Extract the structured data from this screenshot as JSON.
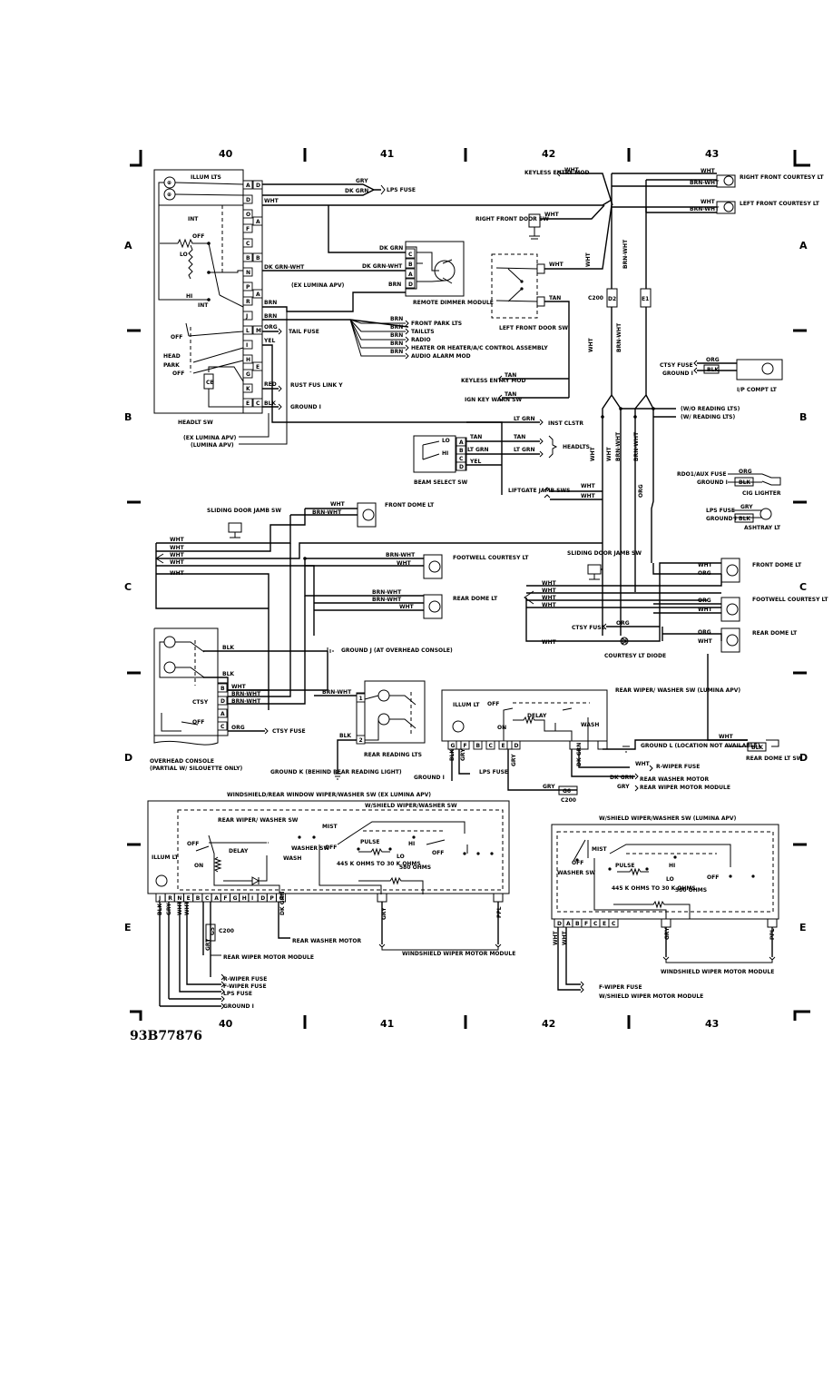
{
  "grid": {
    "columns": [
      "40",
      "41",
      "42",
      "43"
    ],
    "rows": [
      "A",
      "B",
      "C",
      "D",
      "E"
    ]
  },
  "document_ref": "93B77876",
  "headlight_switch": {
    "name": "HEADLT SW",
    "pins": [
      "A",
      "D",
      "O",
      "F",
      "C",
      "B",
      "N",
      "P",
      "R",
      "J",
      "L",
      "I",
      "H",
      "G",
      "K",
      "E"
    ],
    "pins_right": [
      "D",
      "A",
      "B",
      "A",
      "M",
      "E",
      "C"
    ],
    "labels": [
      "ILLUM LTS",
      "INT",
      "OFF",
      "LO",
      "HI",
      "INT",
      "OFF",
      "HEAD",
      "PARK",
      "OFF",
      "CB"
    ],
    "notes": [
      "(EX LUMINA APV)",
      "(LUMINA APV)"
    ]
  },
  "wires_top_left": [
    "GRY",
    "DK GRN",
    "WHT",
    "DK GRN-WHT",
    "BRN",
    "BRN",
    "ORG",
    "YEL",
    "RED",
    "BLK"
  ],
  "destinations_left": [
    "LPS FUSE",
    "(EX LUMINA APV)",
    "TAIL FUSE",
    "RUST FUS LINK Y",
    "GROUND I"
  ],
  "remote_dimmer": {
    "name": "REMOTE DIMMER MODULE",
    "pins": [
      "C",
      "B",
      "A",
      "D"
    ],
    "wires": [
      "DK GRN",
      "DK GRN-WHT",
      "BRN"
    ]
  },
  "park_lamp_loads": [
    "FRONT PARK LTS",
    "TAILLTS",
    "RADIO",
    "HEATER OR HEATER/A/C CONTROL ASSEMBLY",
    "AUDIO ALARM MOD"
  ],
  "park_lamp_wires": [
    "BRN",
    "BRN",
    "BRN",
    "BRN",
    "BRN"
  ],
  "top_center": {
    "keyless": "KEYLESS ENTRY MOD",
    "wht": "WHT",
    "right_front_door_sw": "RIGHT FRONT DOOR SW",
    "left_front_door_sw": "LEFT FRONT DOOR SW",
    "tan": "TAN",
    "c200": "C200",
    "pin_d2": "D2",
    "pin_e1": "E1",
    "keyless2": "KEYLESS ENTRY MOD",
    "ign_key": "IGN KEY WARN SW"
  },
  "top_right": {
    "right_front_courtesy": "RIGHT FRONT COURTESY LT",
    "left_front_courtesy": "LEFT FRONT COURTESY LT",
    "wht": "WHT",
    "brn_wht": "BRN-WHT",
    "ctsy_fuse": "CTSY FUSE",
    "ground_i": "GROUND I",
    "org": "ORG",
    "blk": "BLK",
    "ip_compt": "I/P COMPT LT",
    "wo_reading": "(W/O READING LTS)",
    "w_reading": "(W/ READING LTS)",
    "rdo_aux": "RDO1/AUX FUSE",
    "cig_lighter": "CIG LIGHTER",
    "lps_fuse": "LPS FUSE",
    "ground_i2": "GROUND I",
    "gry": "GRY",
    "ashtray": "ASHTRAY LT"
  },
  "beam_select": {
    "name": "BEAM SELECT SW",
    "pins": [
      "A",
      "B",
      "C",
      "D"
    ],
    "labels": [
      "LO",
      "HI"
    ],
    "wires": [
      "TAN",
      "LT GRN",
      "YEL",
      "LT GRN",
      "TAN",
      "LT GRN"
    ],
    "dest": [
      "INST CLSTR",
      "HEADLTS"
    ]
  },
  "middle": {
    "liftgate": "LIFTGATE JAMB SWS",
    "sliding_door_left": "SLIDING DOOR JAMB SW",
    "front_dome": "FRONT DOME LT",
    "footwell": "FOOTWELL COURTESY LT",
    "rear_dome": "REAR DOME LT",
    "sliding_door_right": "SLIDING DOOR JAMB SW",
    "front_dome_r": "FRONT DOME LT",
    "footwell_r": "FOOTWELL COURTESY LT",
    "rear_dome_r": "REAR DOME LT",
    "courtesy_diode": "COURTESY LT DIODE",
    "ctsy_fuse": "CTSY FUSE",
    "wire_wht": "WHT",
    "wire_brn_wht": "BRN-WHT",
    "wire_org": "ORG",
    "wire_blk": "BLK"
  },
  "overhead_console": {
    "name": "OVERHEAD CONSOLE",
    "note": "(PARTIAL W/ SILOUETTE ONLY)",
    "pins": [
      "B",
      "D",
      "A",
      "C"
    ],
    "labels": [
      "CTSY",
      "OFF"
    ],
    "wires": [
      "BLK",
      "BLK",
      "WHT",
      "BRN-WHT",
      "BRN-WHT",
      "ORG"
    ],
    "ground_j": "GROUND J (AT OVERHEAD CONSOLE)",
    "ctsy_fuse": "CTSY FUSE"
  },
  "rear_reading": {
    "name": "REAR READING LTS",
    "pins": [
      "1",
      "2"
    ],
    "wires": [
      "BRN-WHT",
      "BLK"
    ],
    "ground_k": "GROUND K (BEHIND REAR READING LIGHT)"
  },
  "rear_wiper_sw": {
    "name": "REAR WIPER/ WASHER SW (LUMINA APV)",
    "labels": [
      "ILLUM LT",
      "OFF",
      "DELAY",
      "ON",
      "WASH"
    ],
    "pins": [
      "G",
      "F",
      "B",
      "C",
      "E",
      "D"
    ],
    "wires": [
      "BLK",
      "GRY",
      "GRY",
      "DK GRN",
      "WHT",
      "DK GRN",
      "GRY"
    ],
    "dest": [
      "GROUND I",
      "LPS FUSE",
      "R-WIPER FUSE",
      "REAR WASHER MOTOR",
      "REAR WIPER MOTOR MODULE"
    ],
    "g6": "G6",
    "c200": "C200",
    "ground_l": "GROUND L (LOCATION NOT AVAILABLE)",
    "rear_dome_sw": "REAR DOME LT SW",
    "wht": "WHT",
    "blk": "BLK"
  },
  "ws_left": {
    "title": "WINDSHIELD/REAR WINDOW WIPER/WASHER SW (EX LUMINA APV)",
    "sub": "W/SHIELD WIPER/WASHER SW",
    "rear_sw": "REAR WIPER/ WASHER SW",
    "labels": [
      "ILLUM LT",
      "OFF",
      "DELAY",
      "ON",
      "WASH",
      "WASHER SW",
      "MIST",
      "OFF",
      "PULSE",
      "HI",
      "LO",
      "445 K OHMS TO 30 K OHMS",
      "580 OHMS",
      "OFF"
    ],
    "pins": [
      "J",
      "R",
      "N",
      "E",
      "B",
      "C",
      "A",
      "F",
      "G",
      "H",
      "I",
      "D",
      "P",
      "O"
    ],
    "wires": [
      "BLK",
      "GRY",
      "WHT",
      "WHT",
      "GRY",
      "DK GRN",
      "GRY",
      "PPL"
    ],
    "g5": "G5",
    "c200": "C200",
    "dest": [
      "REAR WIPER MOTOR MODULE",
      "R-WIPER FUSE",
      "F-WIPER FUSE",
      "LPS FUSE",
      "GROUND I",
      "REAR WASHER MOTOR",
      "WINDSHIELD WIPER MOTOR MODULE"
    ]
  },
  "ws_right": {
    "title": "W/SHIELD WIPER/WASHER SW (LUMINA APV)",
    "labels": [
      "MIST",
      "WASHER SW",
      "OFF",
      "PULSE",
      "HI",
      "LO",
      "OFF",
      "445 K OHMS TO 30 K OHMS",
      "580 OHMS"
    ],
    "pins": [
      "D",
      "A",
      "B",
      "F",
      "C",
      "E",
      "C"
    ],
    "wires": [
      "WHT",
      "WHT",
      "GRY",
      "PPL"
    ],
    "dest": [
      "F-WIPER FUSE",
      "W/SHIELD WIPER MOTOR MODULE",
      "WINDSHIELD WIPER MOTOR MODULE"
    ]
  }
}
